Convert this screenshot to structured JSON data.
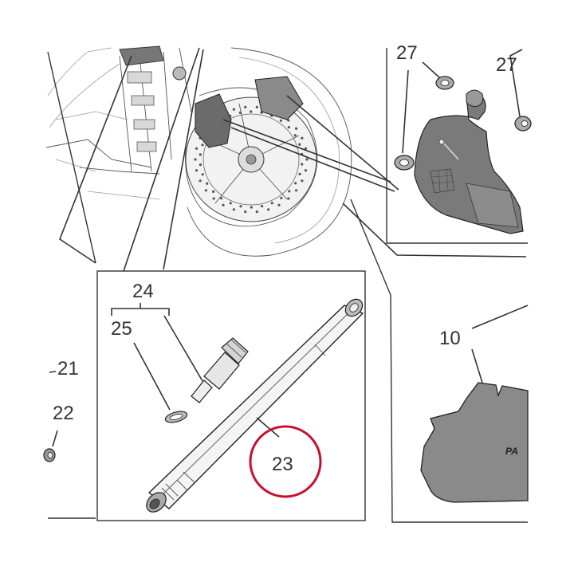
{
  "callouts": {
    "c10": "10",
    "c21": "21",
    "c22": "22",
    "c23": "23",
    "c24": "24",
    "c25": "25",
    "c27a": "27",
    "c27b": "27"
  },
  "highlight": {
    "color": "#c8102e"
  },
  "fender_mark": "PA"
}
